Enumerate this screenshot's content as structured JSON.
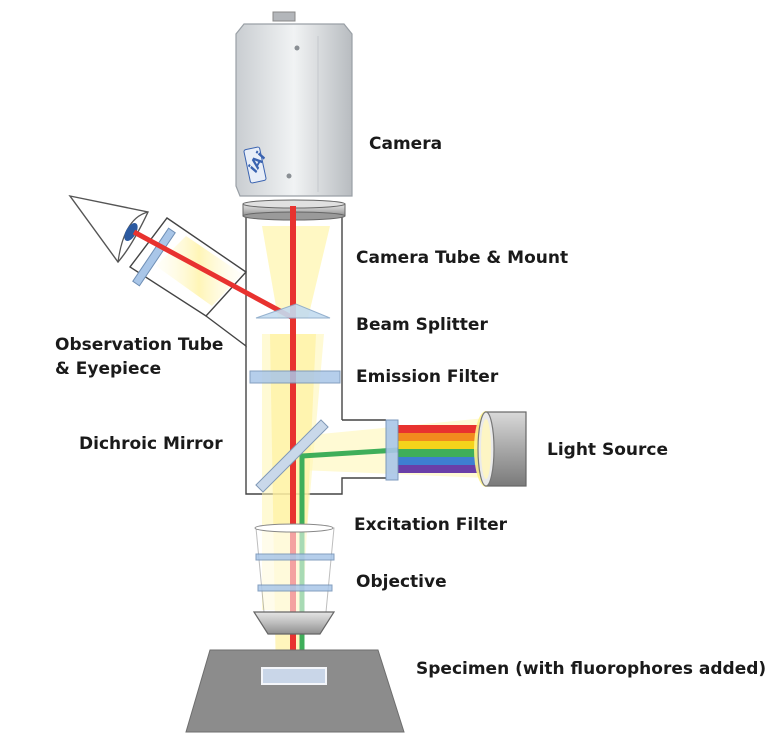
{
  "labels": {
    "camera": "Camera",
    "camera_tube": "Camera Tube & Mount",
    "beam_splitter": "Beam Splitter",
    "observation_tube_line1": "Observation Tube",
    "observation_tube_line2": "& Eyepiece",
    "emission_filter": "Emission Filter",
    "dichroic_mirror": "Dichroic Mirror",
    "light_source": "Light Source",
    "excitation_filter": "Excitation Filter",
    "objective": "Objective",
    "specimen": "Specimen (with fluorophores added)"
  },
  "camera_logo": "iAi",
  "colors": {
    "emission_beam": "#e8322f",
    "excitation_beam": "#3fae5a",
    "glow": "#fff6b0",
    "filter": "#a9c6e8",
    "outline": "#444444",
    "stage": "#8c8c8c"
  },
  "spectrum": [
    "#e8322f",
    "#f28a1e",
    "#f5d31b",
    "#3fae5a",
    "#3e7fd1",
    "#6a3fa8"
  ]
}
